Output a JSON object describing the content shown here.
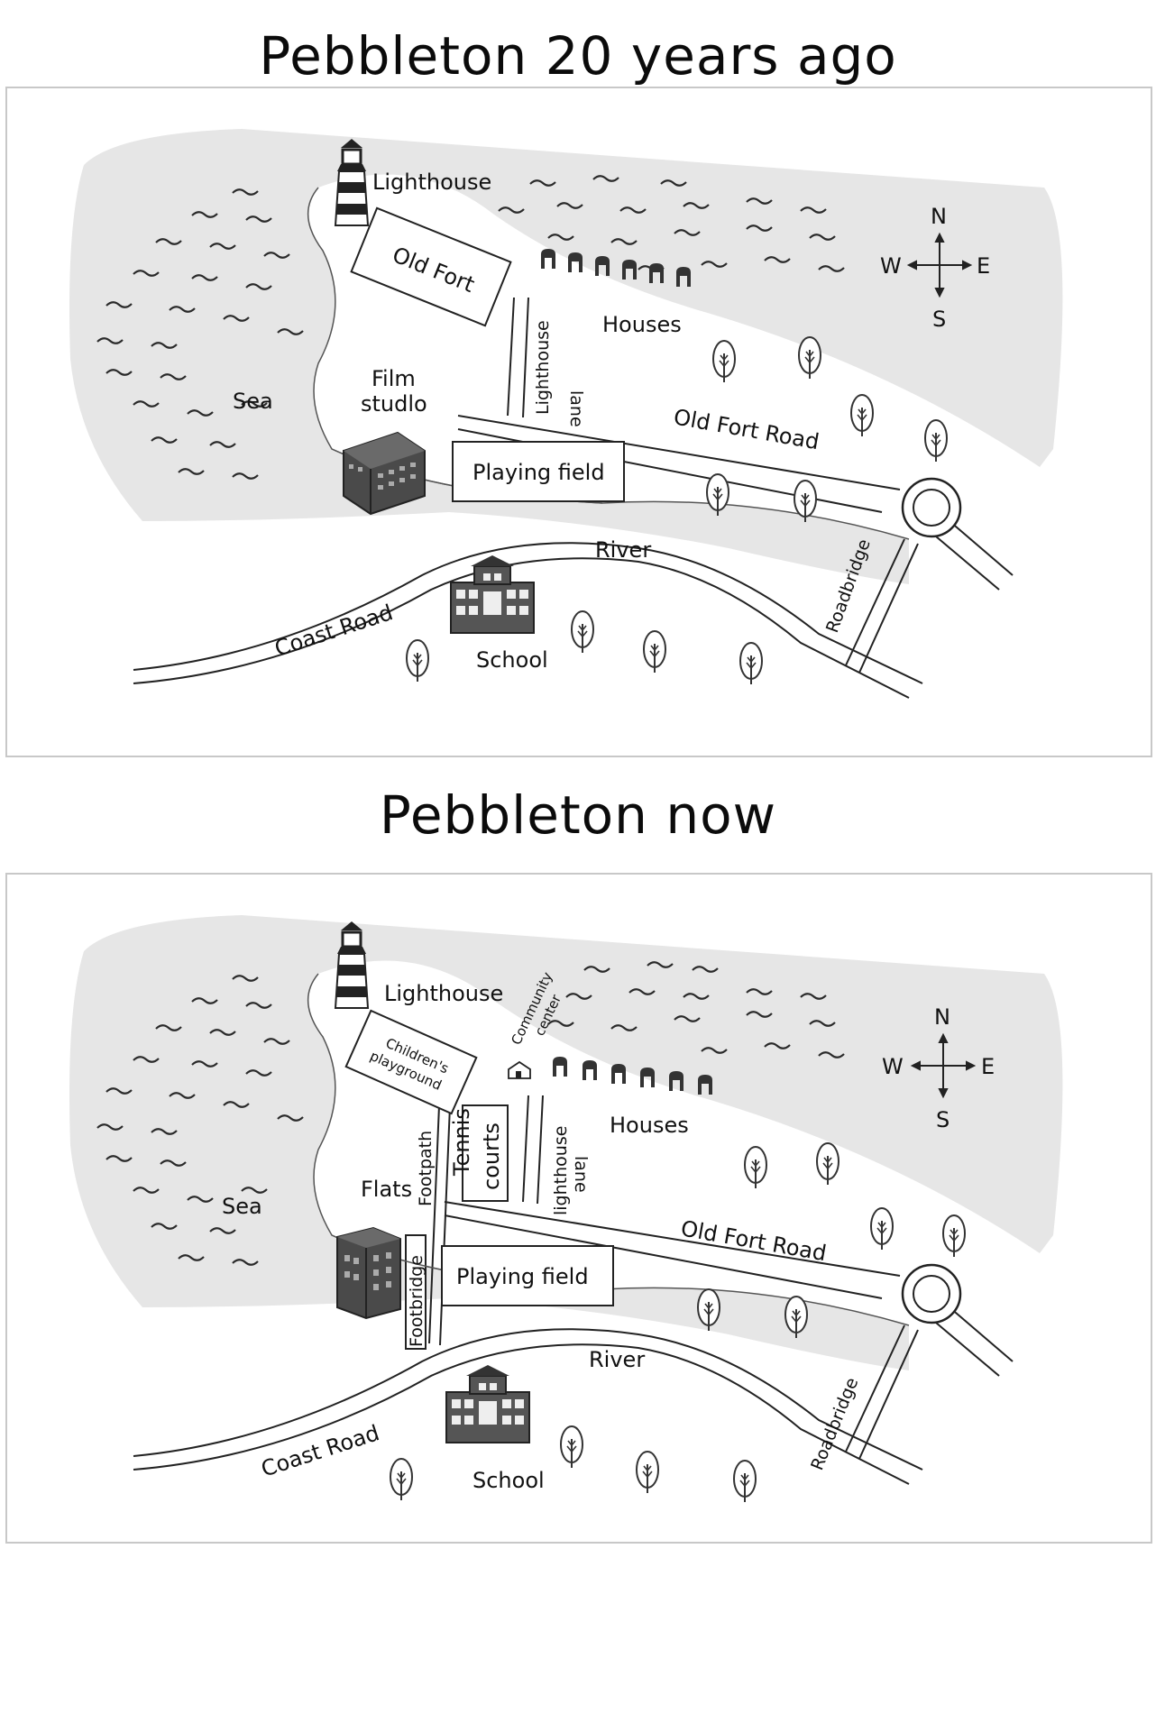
{
  "maps": [
    {
      "title": "Pebbleton 20 years ago",
      "labels": {
        "lighthouse": "Lighthouse",
        "old_fort": "Old Fort",
        "houses": "Houses",
        "lighthouse_lane_1": "Lighthouse",
        "lighthouse_lane_2": "lane",
        "film_studio_1": "Film",
        "film_studio_2": "studlo",
        "sea": "Sea",
        "old_fort_road": "Old Fort Road",
        "playing_field": "Playing field",
        "river": "River",
        "roadbridge": "Roadbridge",
        "coast_road": "Coast Road",
        "school": "School"
      }
    },
    {
      "title": "Pebbleton now",
      "labels": {
        "lighthouse": "Lighthouse",
        "community_1": "Community",
        "community_2": "center",
        "playground_1": "Children's",
        "playground_2": "playground",
        "houses": "Houses",
        "lighthouse_lane_1": "lighthouse",
        "lighthouse_lane_2": "lane",
        "tennis_1": "Tennis",
        "tennis_2": "courts",
        "footpath": "Footpath",
        "flats": "Flats",
        "sea": "Sea",
        "old_fort_road": "Old Fort Road",
        "playing_field": "Playing field",
        "footbridge": "Footbridge",
        "river": "River",
        "roadbridge": "Roadbridge",
        "coast_road": "Coast Road",
        "school": "School"
      }
    }
  ],
  "compass": {
    "n": "N",
    "s": "S",
    "e": "E",
    "w": "W"
  },
  "colors": {
    "land_shade": "#e6e6e6",
    "water_wave": "#2a2a2a",
    "building": "#3a3a3a",
    "road_edge": "#222222"
  },
  "icons": {
    "tree": "tree-icon",
    "lighthouse": "lighthouse-icon",
    "house": "house-icon",
    "school": "school-building-icon",
    "compass": "compass-rose-icon"
  }
}
